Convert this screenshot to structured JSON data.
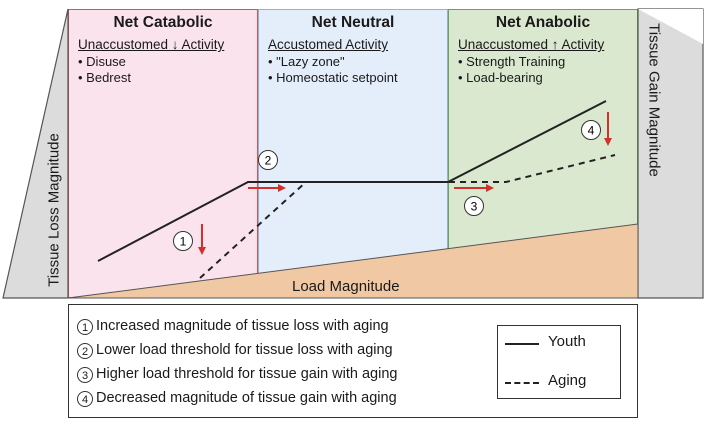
{
  "zones": [
    {
      "title": "Net Catabolic",
      "subtitle": "Unaccustomed ↓ Activity",
      "items": [
        "• Disuse",
        "• Bedrest"
      ]
    },
    {
      "title": "Net Neutral",
      "subtitle": "Accustomed Activity",
      "items": [
        "• \"Lazy zone\"",
        "• Homeostatic setpoint"
      ]
    },
    {
      "title": "Net Anabolic",
      "subtitle": "Unaccustomed ↑ Activity",
      "items": [
        "• Strength Training",
        "• Load-bearing"
      ]
    }
  ],
  "axes": {
    "loss_label": "Tissue Loss Magnitude",
    "gain_label": "Tissue Gain Magnitude",
    "load_label": "Load Magnitude"
  },
  "markers": [
    "1",
    "2",
    "3",
    "4"
  ],
  "legend": {
    "notes": [
      {
        "num": "1",
        "text": "Increased magnitude of tissue loss with aging"
      },
      {
        "num": "2",
        "text": "Lower load threshold for tissue loss with aging"
      },
      {
        "num": "3",
        "text": "Higher load threshold for tissue gain with aging"
      },
      {
        "num": "4",
        "text": "Decreased magnitude of tissue gain with aging"
      }
    ],
    "youth_label": "Youth",
    "aging_label": "Aging"
  },
  "colors": {
    "catabolic_fill": "#fbe3ee",
    "neutral_fill": "#e4eefa",
    "anabolic_fill": "#d9e8cf",
    "load_fill": "#f0c9a4",
    "arrow": "#d0312d",
    "side_panel": "#dcdcdc"
  }
}
